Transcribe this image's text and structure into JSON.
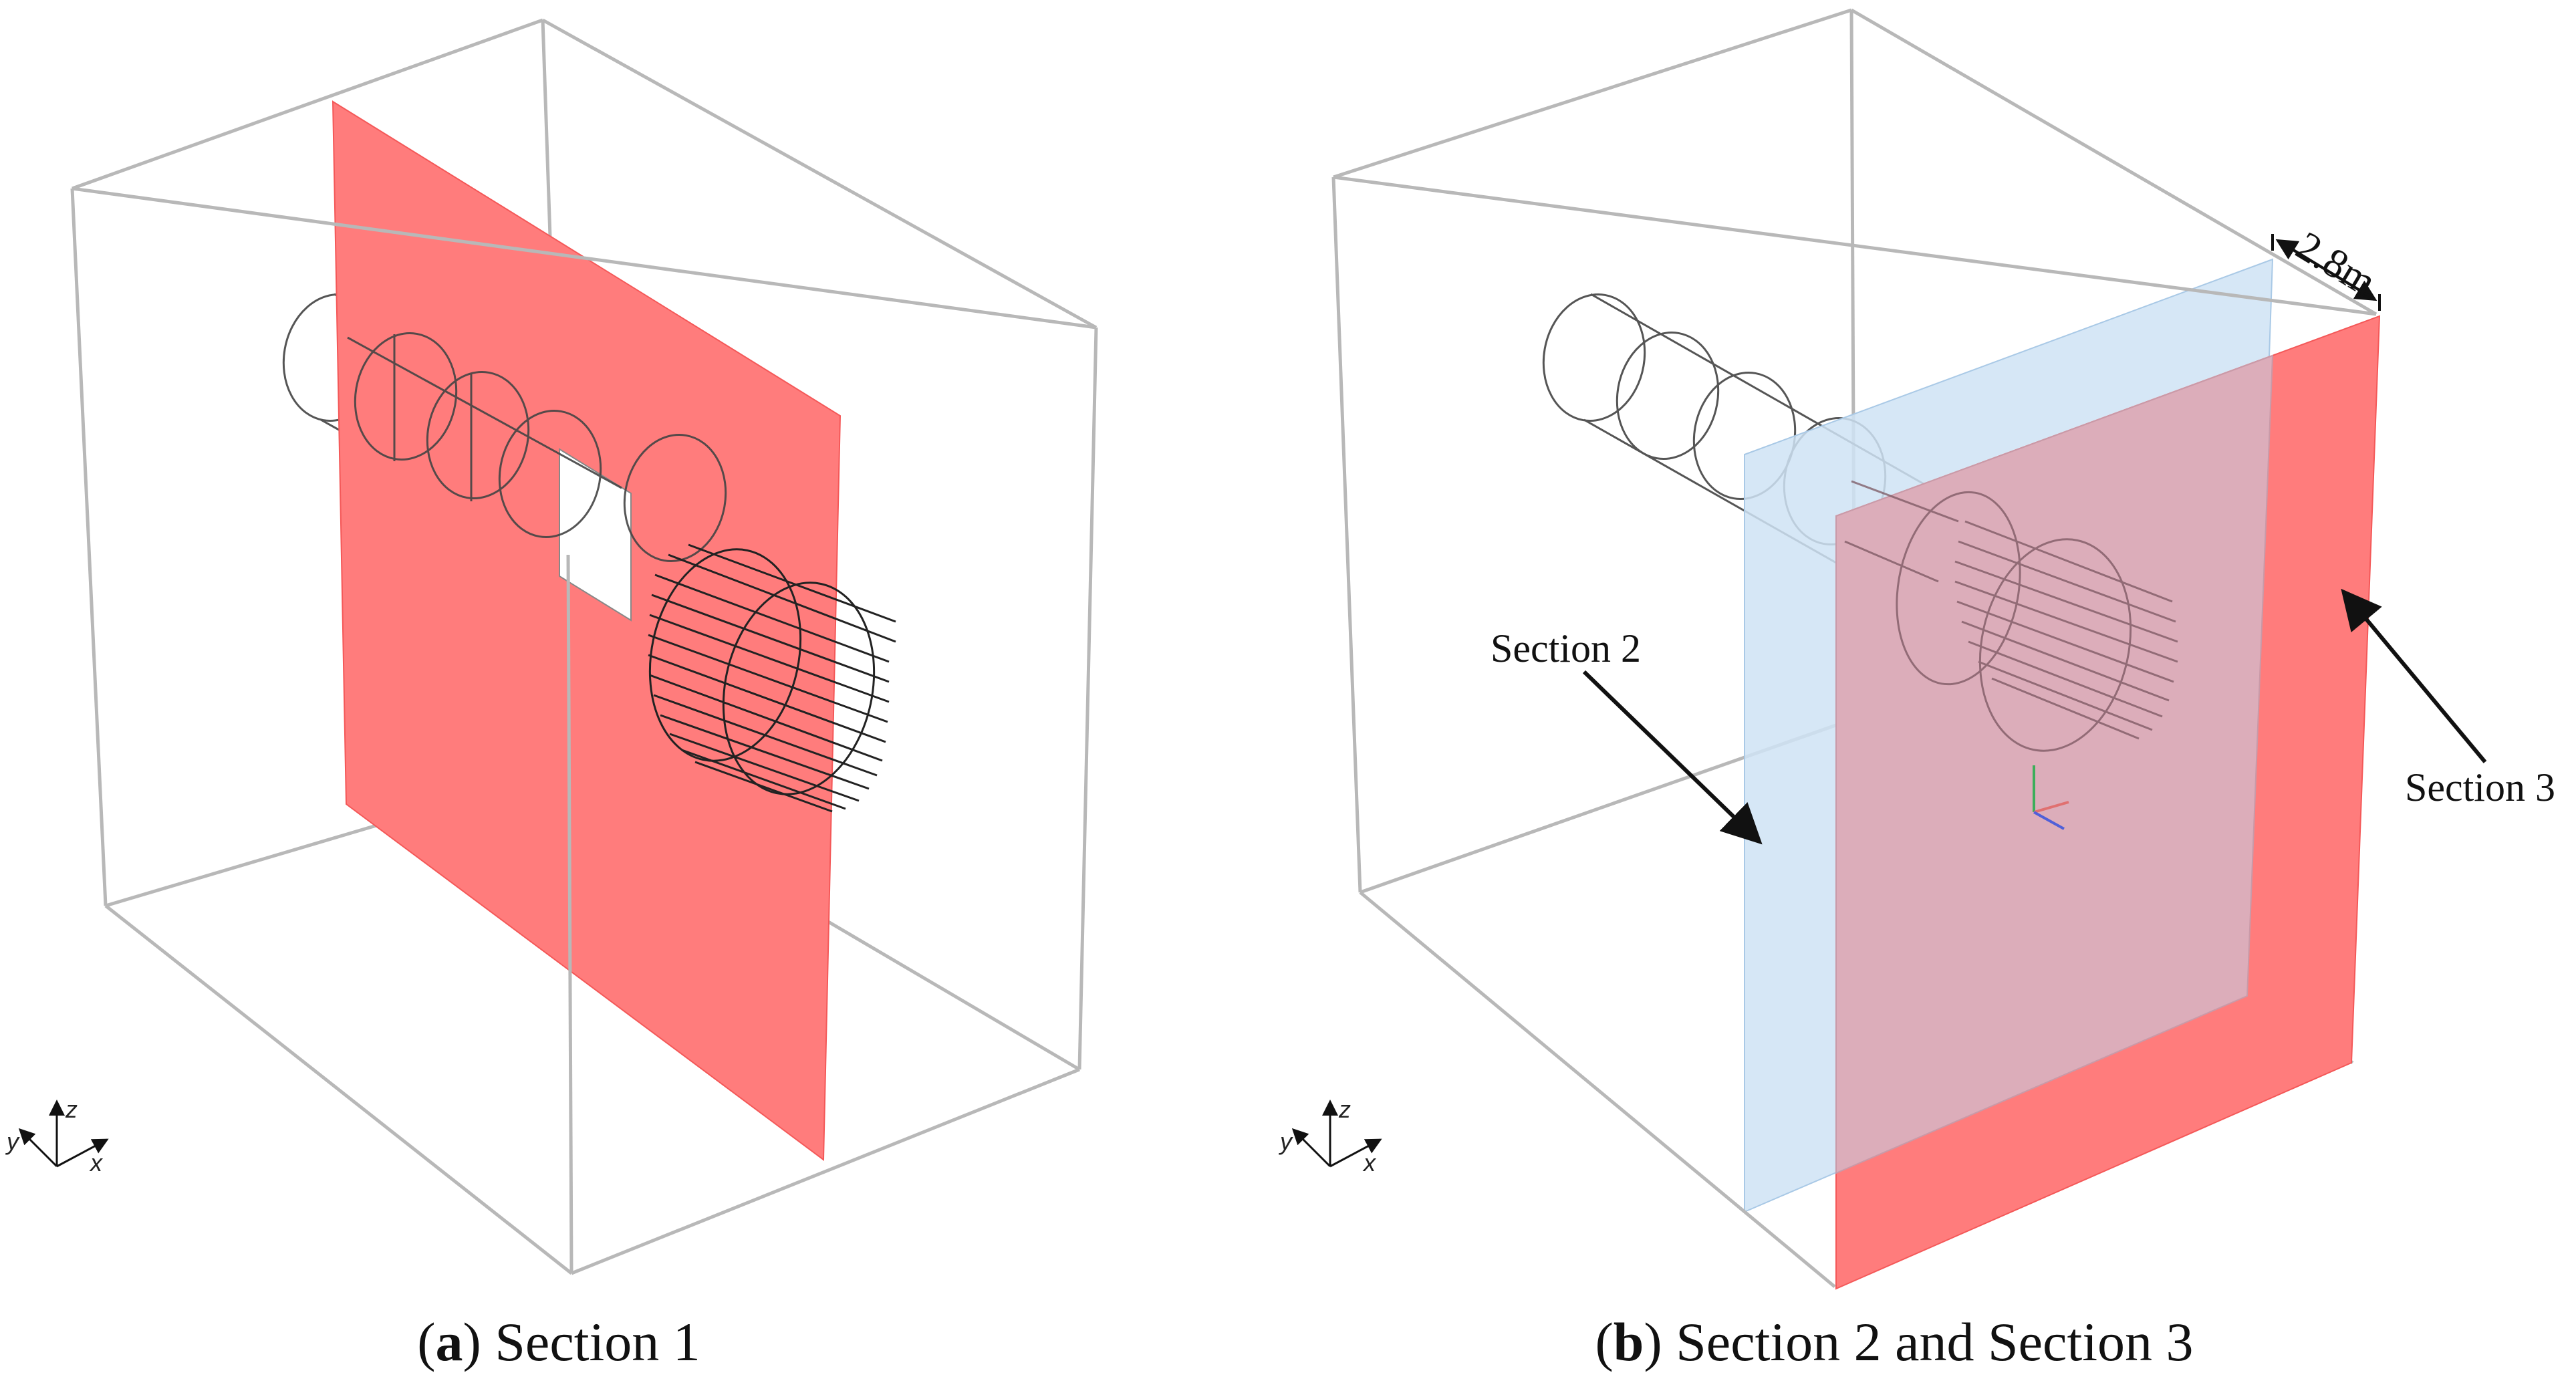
{
  "panels": {
    "a": {
      "caption_letter": "a",
      "caption_text": "Section 1",
      "axes": {
        "z": "z",
        "y": "y",
        "x": "x"
      }
    },
    "b": {
      "caption_letter": "b",
      "caption_text": "Section 2 and Section 3",
      "labels": {
        "section2": "Section 2",
        "section3": "Section 3",
        "dimension": "2.8m"
      },
      "axes": {
        "z": "z",
        "y": "y",
        "x": "x"
      }
    }
  },
  "colors": {
    "box_edges": "#b8b8b8",
    "section_red": "#ff7c7c",
    "section_blue": "#cfe3f4",
    "overlap": "#dcadba",
    "tunnel_lines": "#555555",
    "arrows": "#111111"
  }
}
